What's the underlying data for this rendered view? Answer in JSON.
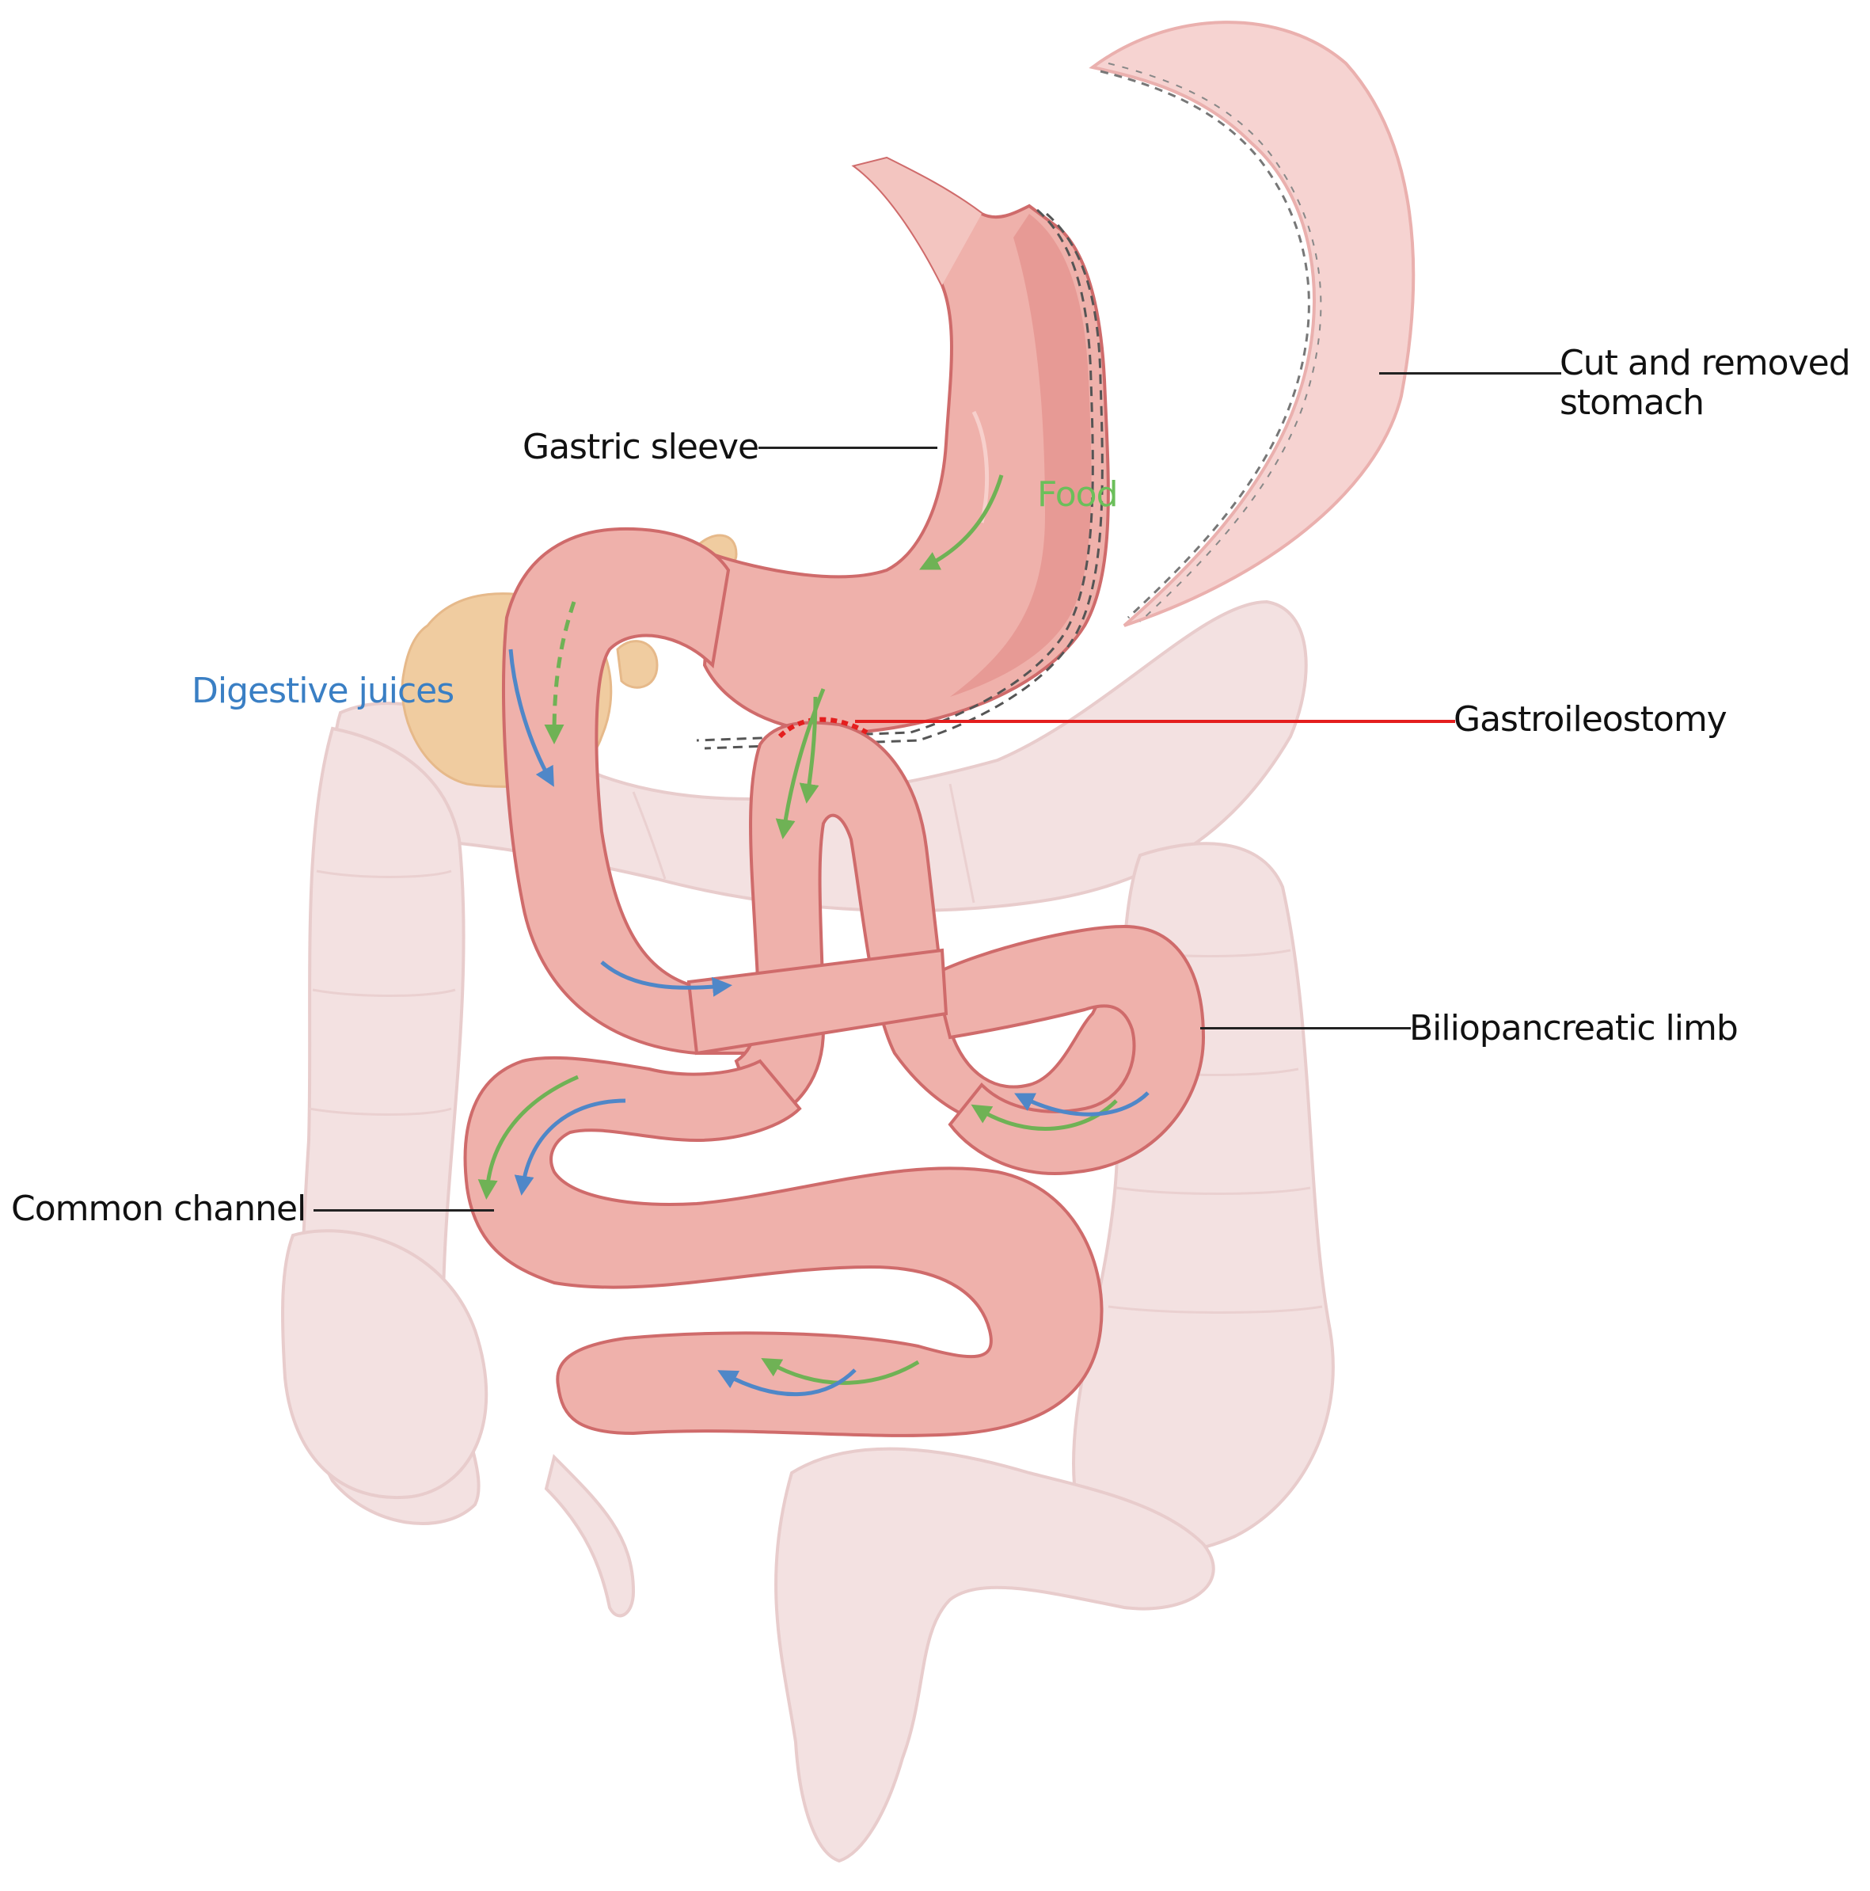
{
  "diagram": {
    "title": "Biliopancreatic diversion with duodenal switch style anatomy (gastroileostomy)",
    "colors": {
      "bowel_fill": "#efb1ab",
      "bowel_dark": "#e79a95",
      "bowel_stroke": "#cf6b6b",
      "colon_fill": "#f3e1e1",
      "colon_stroke": "#e8cccc",
      "removed_fill": "#f6d3d1",
      "removed_stroke": "#eab0ae",
      "pancreas_fill": "#f0cca0",
      "food_arrow": "#6fb255",
      "juice_arrow": "#4f87c8",
      "anastomosis": "#e41e1e",
      "label_text": "#111111",
      "food_text": "#6bbf5a",
      "juice_text": "#3a7fc4"
    },
    "labels": {
      "cut_stomach_line1": "Cut and removed",
      "cut_stomach_line2": "stomach",
      "gastric_sleeve": "Gastric sleeve",
      "food": "Food",
      "digestive_juices": "Digestive juices",
      "gastroileostomy": "Gastroileostomy",
      "biliopancreatic_limb": "Biliopancreatic limb",
      "common_channel": "Common channel"
    }
  }
}
